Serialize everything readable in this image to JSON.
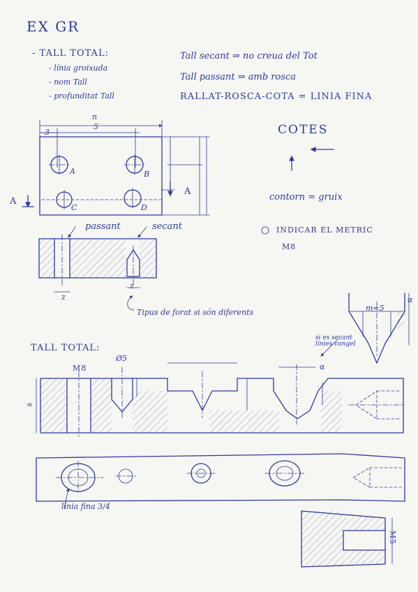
{
  "header": {
    "title": "EX GR"
  },
  "notes": {
    "tall_total_heading": "- TALL TOTAL:",
    "tall_total_items": [
      "- línia groixuda",
      "- nom Tall",
      "- profunditat Tall"
    ],
    "rules": [
      "Tall secant ⇒ no creua del Tot",
      "Tall passant ⇒ amb rosca",
      "RALLAT-ROSCA-COTA = LINIA FINA"
    ]
  },
  "plan_view": {
    "dim_top": "n",
    "dim_5": "5",
    "dim_3": "3",
    "hole_labels": [
      "A",
      "B",
      "C",
      "D"
    ],
    "section_mark_left": "A",
    "section_mark_right": "A"
  },
  "cotes": {
    "heading": "COTES",
    "contorn": "contorn = gruix",
    "indicar": "INDICAR EL METRIC",
    "metric": "M8"
  },
  "section_view": {
    "label_passant": "passant",
    "label_secant": "secant",
    "dim_z1": "z",
    "dim_z2": "z",
    "tipus_note": "Tipus de forat si són diferents"
  },
  "tall_total": {
    "heading": "TALL TOTAL:",
    "m8": "M8",
    "phi5": "Ø5",
    "dim_left": "∞",
    "m_label": "m=5",
    "alpha1": "α",
    "alpha2": "α",
    "si_secant": "si es secant línies congel"
  },
  "bottom": {
    "linia_fina": "línia fina 3/4",
    "m5": "M5"
  },
  "colors": {
    "ink": "#2b3a9e",
    "paper": "#f6f6f3"
  }
}
